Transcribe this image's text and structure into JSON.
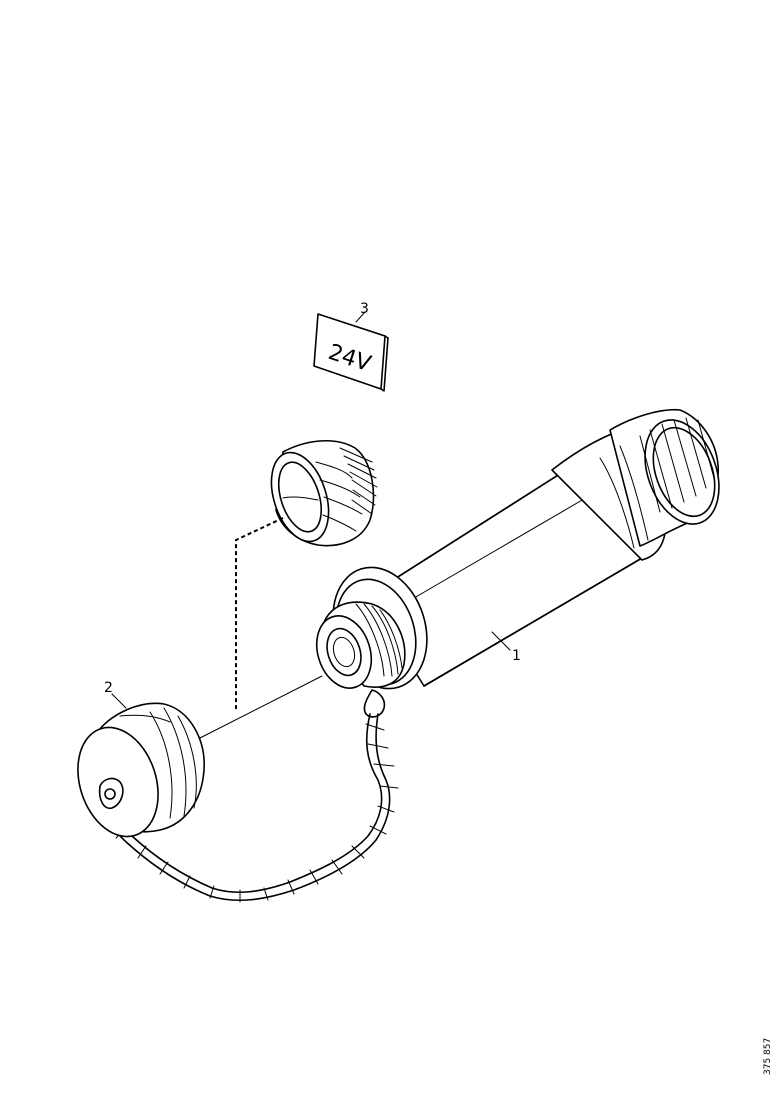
{
  "diagram": {
    "callouts": [
      {
        "id": "1",
        "label": "1"
      },
      {
        "id": "2",
        "label": "2"
      },
      {
        "id": "3",
        "label": "3"
      }
    ],
    "decal_text": "24V",
    "reference_code": "375 857"
  }
}
